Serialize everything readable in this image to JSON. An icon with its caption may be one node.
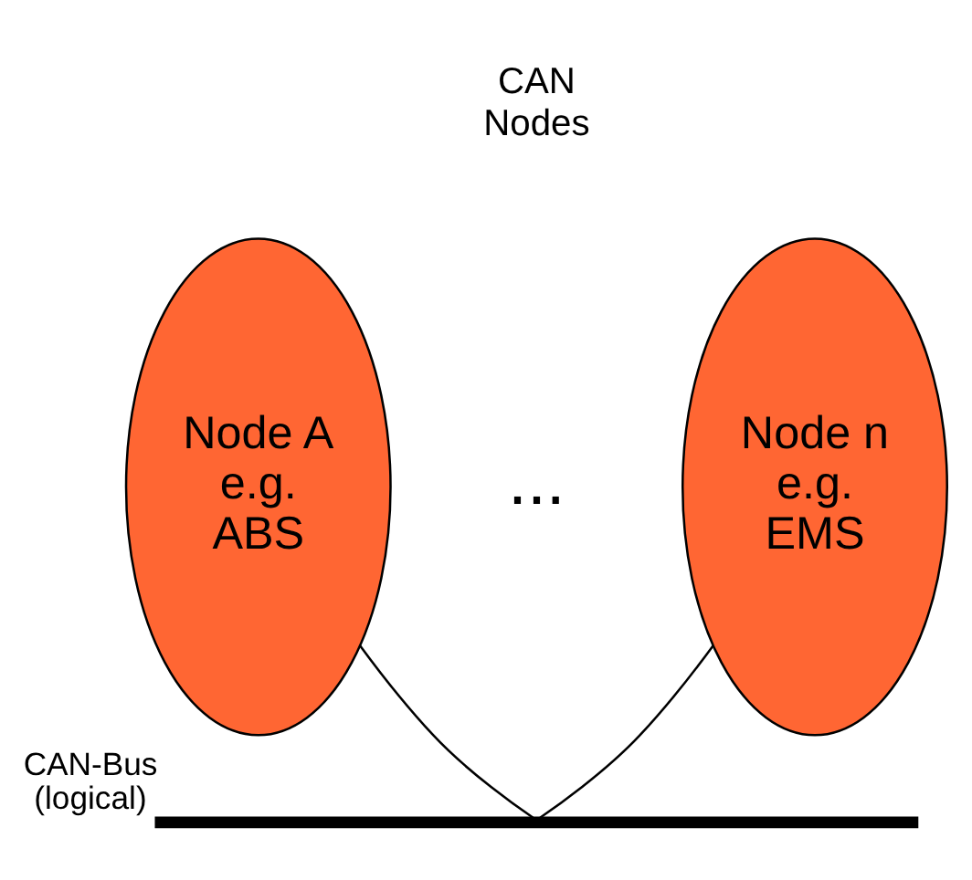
{
  "diagram": {
    "nodes": [
      {
        "text": [
          "Node A e.g. ABS"
        ]
      },
      {
        "text": [
          "Node n e.g. EMS"
        ]
      },
      {
        "text": [],
        "shape": "bar",
        "beside": [
          "CAN-Bus (logical)"
        ]
      }
    ],
    "edges": [
      {
        "from": 0,
        "to": 2,
        "arrow": "none"
      },
      {
        "from": 1,
        "to": 2,
        "arrow": "none"
      }
    ],
    "labels": [
      "CAN Nodes",
      "..."
    ]
  }
}
